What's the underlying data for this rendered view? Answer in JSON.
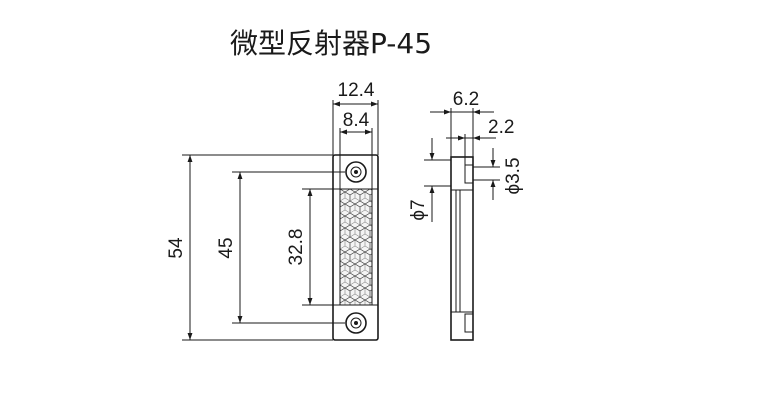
{
  "title": "微型反射器P-45",
  "front_view": {
    "width_outer": "12.4",
    "width_inner": "8.4",
    "height_total": "54",
    "hole_pitch": "45",
    "reflector_height": "32.8"
  },
  "side_view": {
    "depth_total": "6.2",
    "depth_step": "2.2",
    "hole_dia_small": "ϕ3.5",
    "hole_dia_large": "ϕ7"
  }
}
